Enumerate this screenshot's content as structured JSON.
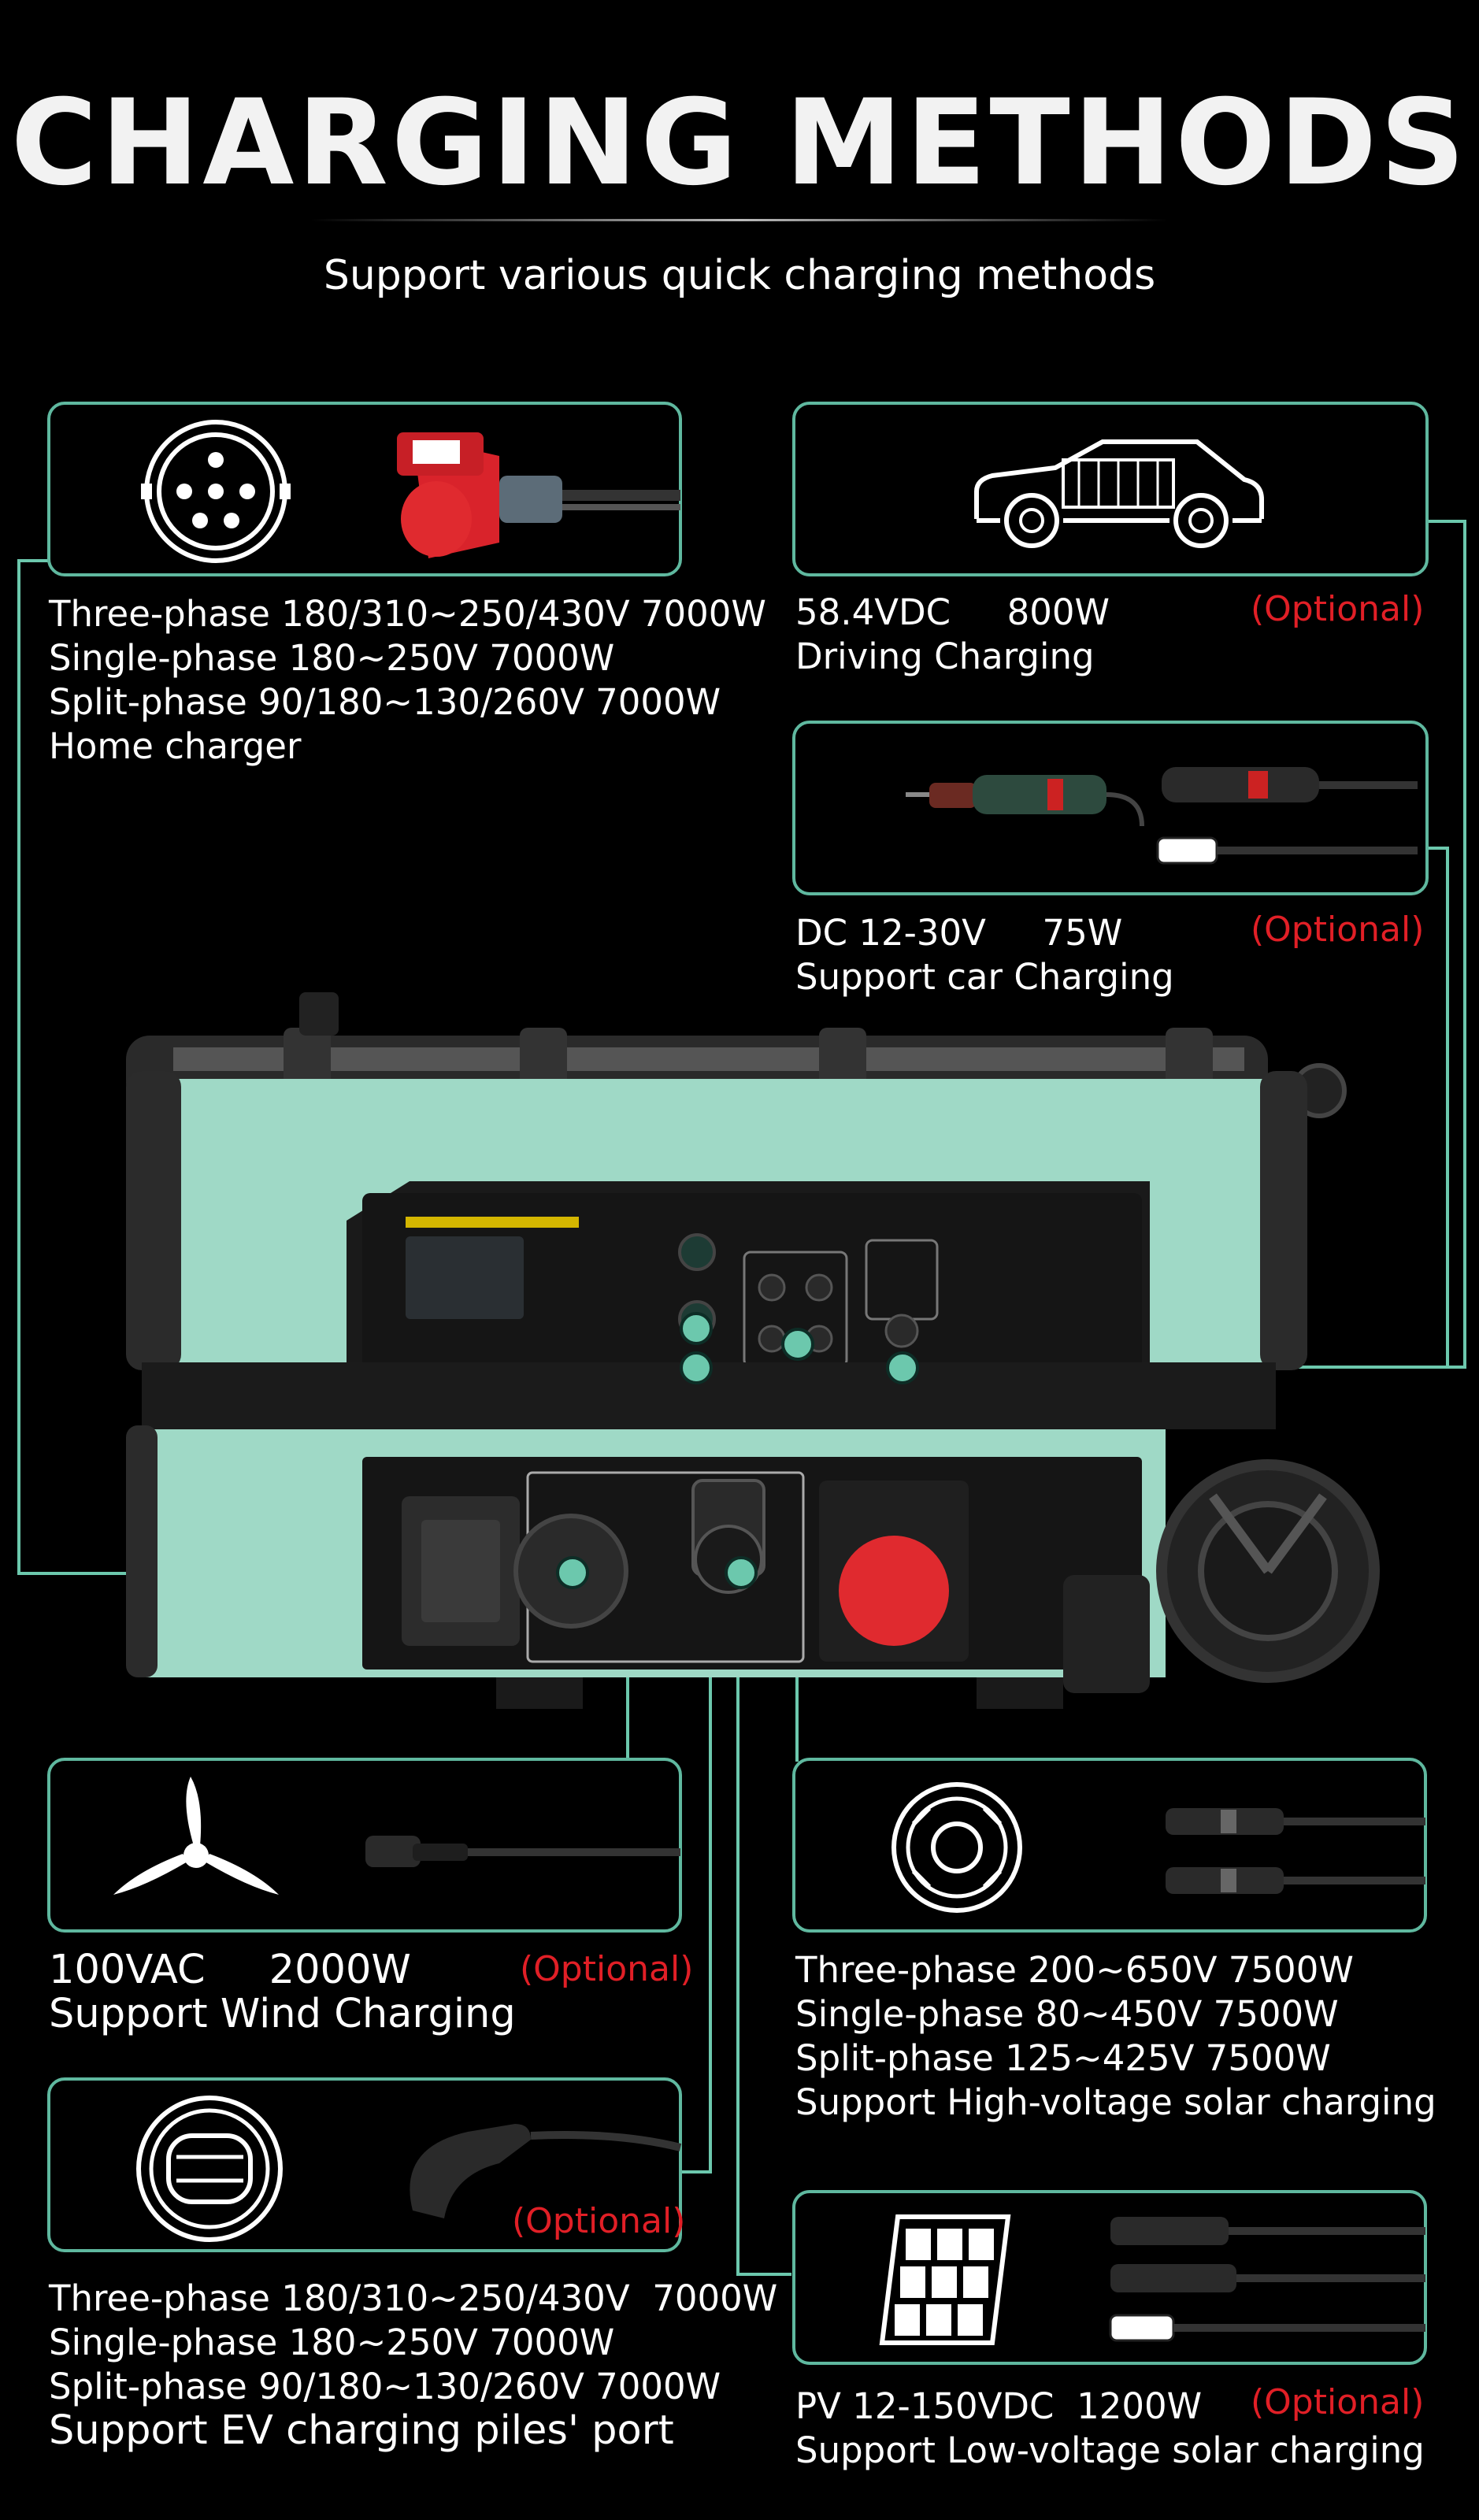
{
  "header": {
    "title": "CHARGING METHODS",
    "subtitle": "Support various quick charging methods"
  },
  "optional_label": "(Optional)",
  "methods": {
    "home": {
      "icon": "three-phase-socket-icon",
      "lines": [
        "Three-phase 180/310~250/430V 7000W",
        "Single-phase 180~250V 7000W",
        "Split-phase 90/180~130/260V 7000W",
        "Home charger"
      ]
    },
    "driving": {
      "icon": "car-icon",
      "lines": [
        "58.4VDC     800W",
        "Driving Charging"
      ],
      "optional": "(Optional)"
    },
    "car": {
      "icon": "car-charger-cable-icon",
      "lines": [
        "DC 12-30V     75W",
        "Support car Charging"
      ],
      "optional": "(Optional)"
    },
    "wind": {
      "icon": "wind-turbine-icon",
      "lines": [
        "100VAC     2000W",
        "Support Wind Charging"
      ],
      "optional": "(Optional)"
    },
    "hv_solar": {
      "icon": "solar-connector-icon",
      "lines": [
        "Three-phase 200~650V 7500W",
        "Single-phase 80~450V 7500W",
        "Split-phase 125~425V 7500W",
        "Support High-voltage solar charging"
      ]
    },
    "ev": {
      "icon": "ev-plug-icon",
      "lines": [
        "Three-phase 180/310~250/430V  7000W",
        "Single-phase 180~250V 7000W",
        "Split-phase 90/180~130/260V 7000W",
        "Support EV charging piles' port"
      ],
      "optional": "(Optional)"
    },
    "lv_solar": {
      "icon": "solar-panel-icon",
      "lines": [
        "PV 12-150VDC  1200W",
        "Support Low-voltage solar charging"
      ],
      "optional": "(Optional)"
    }
  },
  "colors": {
    "accent": "#6cc8ad",
    "device": "#9fd9c6",
    "optional": "#e11f26"
  }
}
